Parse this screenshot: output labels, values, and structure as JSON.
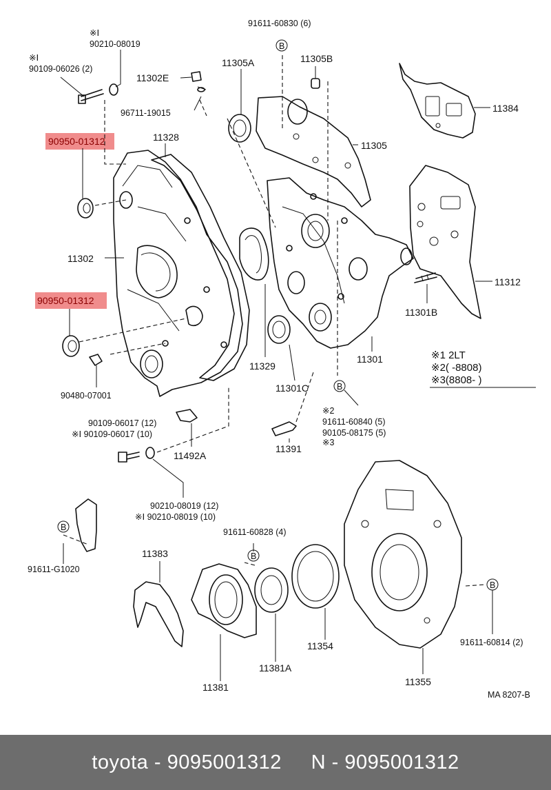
{
  "labels": {
    "star1_a": "※Ⅰ",
    "p90210_08019_top": "90210-08019",
    "star1_b": "※Ⅰ",
    "p90109_06026": "90109-06026 (2)",
    "p11302E": "11302E",
    "p96711_19015": "96711-19015",
    "p91611_60830": "91611-60830 (6)",
    "p11305A": "11305A",
    "p11305B": "11305B",
    "p11384": "11384",
    "p90950_a": "90950-01312",
    "p11328": "11328",
    "p11305": "11305",
    "p11302": "11302",
    "p11312": "11312",
    "p90950_b": "90950-01312",
    "p11301B": "11301B",
    "p11329": "11329",
    "p11301": "11301",
    "p90480_07001": "90480-07001",
    "p11301C": "11301C",
    "note1": "※1 2LT",
    "note2": "※2(      -8808)",
    "note3": "※3(8808-        )",
    "star2": "※2",
    "p91611_60840": "91611-60840 (5)",
    "p90105_08175": "90105-08175 (5)",
    "star3": "※3",
    "p90109_06017": "90109-06017 (12)",
    "p90109_06017_b": "※Ⅰ 90109-06017 (10)",
    "p11492A": "11492A",
    "p11391": "11391",
    "p90210_08019_12": "90210-08019 (12)",
    "p90210_08019_10": "※Ⅰ 90210-08019 (10)",
    "p91611_G1020": "91611-G1020",
    "p91611_60828": "91611-60828 (4)",
    "p11383": "11383",
    "p11354": "11354",
    "p91611_60814": "91611-60814 (2)",
    "p11381": "11381",
    "p11381A": "11381A",
    "p11355": "11355",
    "ref": "MA 8207-B",
    "b_mark": "B"
  },
  "footer": {
    "brand": "toyota - 9095001312",
    "part": "N - 9095001312"
  },
  "colors": {
    "highlight": "#f08c8c",
    "footer_bg": "#6d6d6d"
  }
}
